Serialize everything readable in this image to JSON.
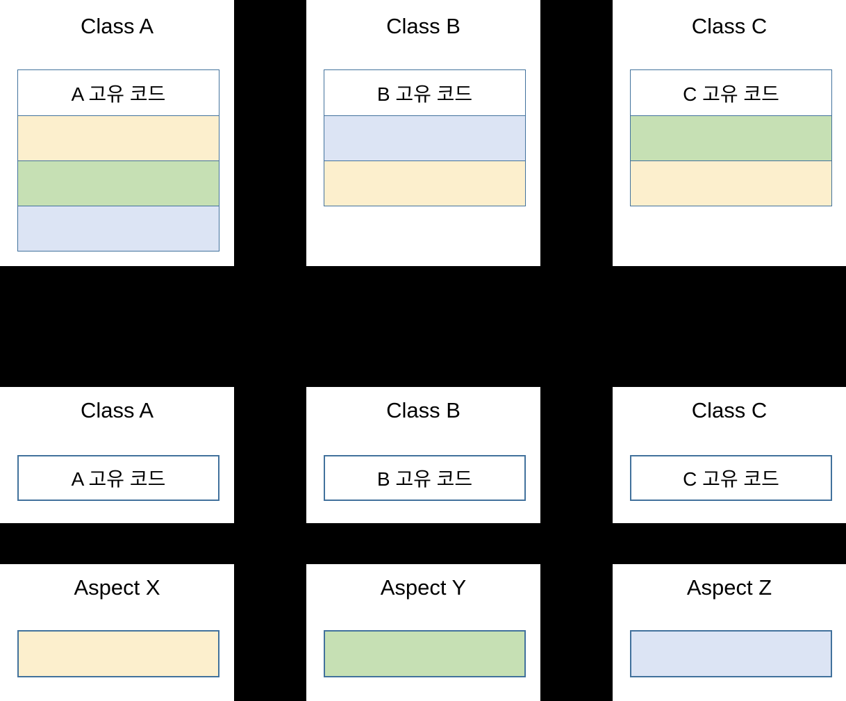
{
  "diagram": {
    "background_color": "#000000",
    "panel_color": "#ffffff",
    "border_color": "#41719C",
    "palette": {
      "yellow": "#FCEFCD",
      "green": "#C6E0B4",
      "blue": "#DCE4F4"
    }
  },
  "row_classes_with_aspects": [
    {
      "title": "Class A",
      "code_label": "A 고유 코드",
      "bands": [
        {
          "fill": "yellow"
        },
        {
          "fill": "green"
        },
        {
          "fill": "blue"
        }
      ]
    },
    {
      "title": "Class B",
      "code_label": "B 고유 코드",
      "bands": [
        {
          "fill": "blue"
        },
        {
          "fill": "yellow"
        }
      ]
    },
    {
      "title": "Class C",
      "code_label": "C 고유 코드",
      "bands": [
        {
          "fill": "green"
        },
        {
          "fill": "yellow"
        }
      ]
    }
  ],
  "row_classes_core": [
    {
      "title": "Class A",
      "code_label": "A 고유 코드"
    },
    {
      "title": "Class B",
      "code_label": "B 고유 코드"
    },
    {
      "title": "Class C",
      "code_label": "C 고유 코드"
    }
  ],
  "row_aspects": [
    {
      "title": "Aspect X",
      "fill": "yellow"
    },
    {
      "title": "Aspect Y",
      "fill": "green"
    },
    {
      "title": "Aspect Z",
      "fill": "blue"
    }
  ]
}
